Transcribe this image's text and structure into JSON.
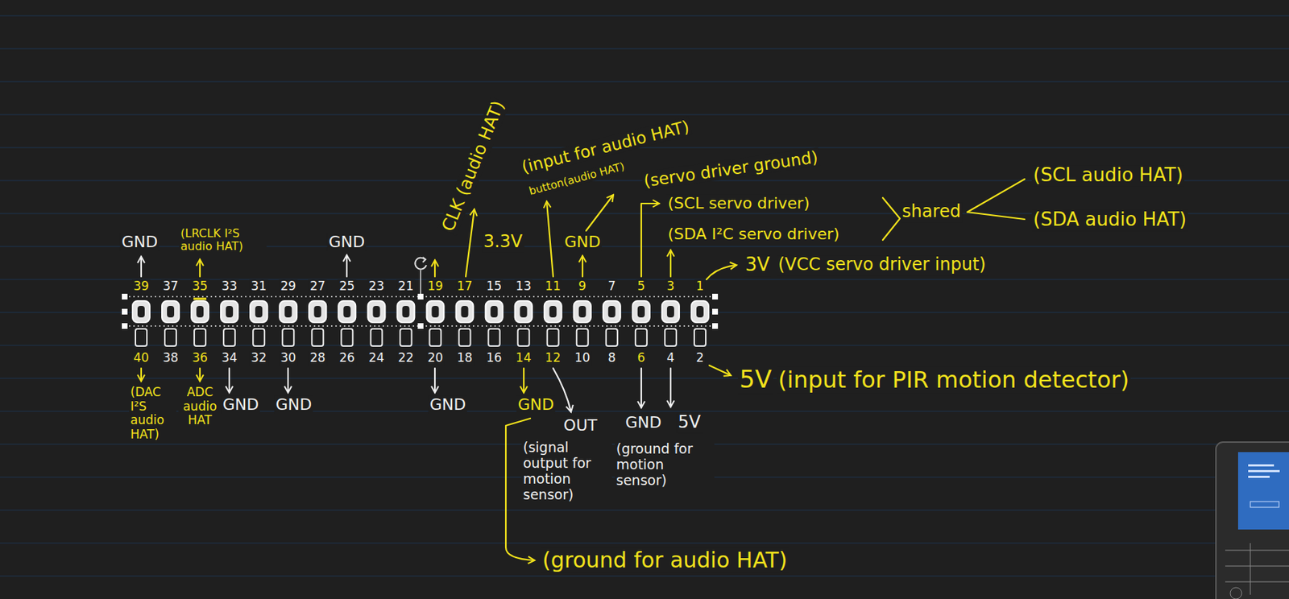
{
  "diagram": {
    "labels": [
      "39",
      "37",
      "35",
      "33",
      "31",
      "29",
      "27",
      "25",
      "23",
      "21",
      "19",
      "17",
      "15",
      "13",
      "11",
      "9",
      "7",
      "5",
      "3",
      "1",
      "40",
      "38",
      "36",
      "34",
      "32",
      "30",
      "28",
      "26",
      "24",
      "22",
      "20",
      "18",
      "16",
      "14",
      "12",
      "10",
      "8",
      "6",
      "4",
      "2",
      "CLK (audio HAT)",
      "(input for audio HAT)",
      "button(audio HAT)",
      "(servo driver ground)",
      "(SCL servo driver)",
      "shared",
      "(SCL audio HAT)",
      "(SDA audio HAT)",
      "GND",
      "(LRCLK I²S audio HAT)",
      "GND",
      "3.3V",
      "GND",
      "(SDA I²C servo driver)",
      "3V",
      "(VCC servo driver input)",
      "5V",
      "(input for PIR motion detector)",
      "(DAC I²S audio HAT)",
      "ADC audio HAT",
      "GND",
      "GND",
      "GND",
      "GND",
      "OUT",
      "GND",
      "5V",
      "(signal output for motion sensor)",
      "(ground for motion sensor)",
      "(ground for audio HAT)"
    ]
  }
}
